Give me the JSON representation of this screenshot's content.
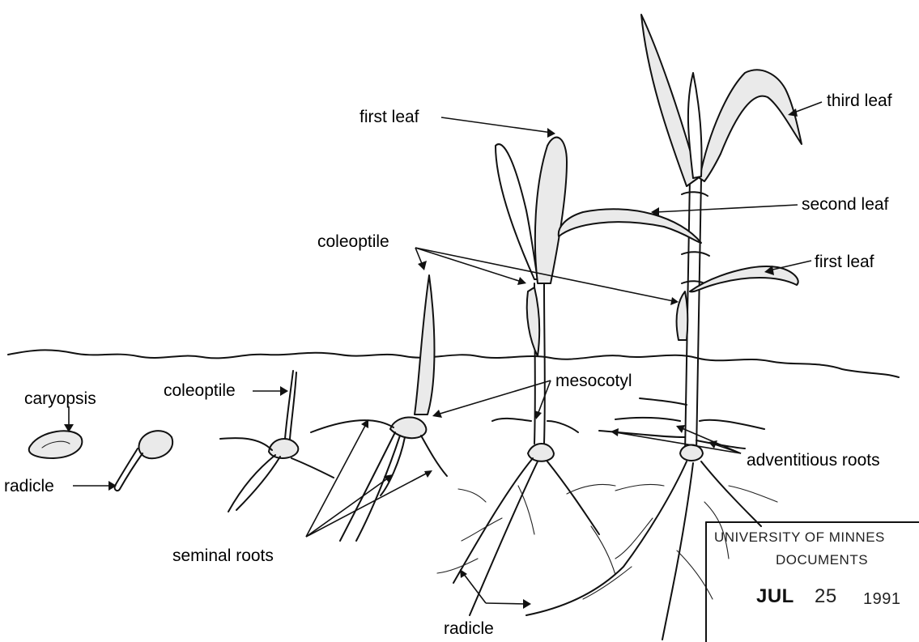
{
  "labels": {
    "first_leaf_top": "first leaf",
    "third_leaf": "third leaf",
    "second_leaf": "second leaf",
    "first_leaf_right": "first leaf",
    "coleoptile_top": "coleoptile",
    "coleoptile_left": "coleoptile",
    "caryopsis": "caryopsis",
    "radicle_left": "radicle",
    "mesocotyl": "mesocotyl",
    "adventitious_roots": "adventitious roots",
    "seminal_roots": "seminal roots",
    "radicle_bottom": "radicle"
  },
  "stamp": {
    "line1": "UNIVERSITY OF MINNES",
    "line2": "DOCUMENTS",
    "date_month": "JUL",
    "date_day": "25",
    "date_year": "1991"
  }
}
